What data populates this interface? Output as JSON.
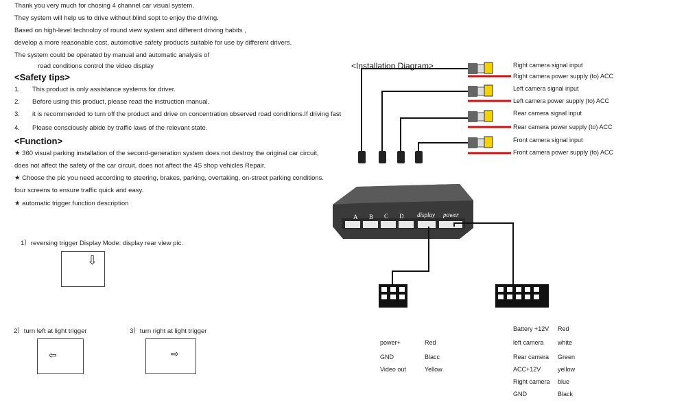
{
  "intro": [
    "Thank you very much for chosing 4 channel  car visual system.",
    "They system will help us to drive without blind sopt to enjoy the driving.",
    "Based on high-level technoloy of round view system and different driving habits ,",
    "develop a more reasonable cost, automotive safety products suitable for use by different drivers.",
    "The system could be operated by  manual and automatic analysis of",
    "road conditions control the video display"
  ],
  "safety": {
    "title": "<Safety tips>",
    "items": [
      {
        "num": "1.",
        "text": "This product is only  assistance systems for driver."
      },
      {
        "num": "2.",
        "text": "Before using this product, please read the instruction manual."
      },
      {
        "num": "3.",
        "text": "it is recommended to turn off the product and drive on concentration observed road conditions.If driving fast"
      },
      {
        "num": "4.",
        "text": "Please consciously abide by traffic laws of the relevant state."
      }
    ]
  },
  "function": {
    "title": "<Function>",
    "lines": [
      "★  360 visual parking installation of the second-generation system does not destroy the original car circuit,",
      "does not affect the safety of the car circuit, does not affect the 4S shop vehicles Repair.",
      "★   Choose the pic you need according to  steering, brakes, parking, overtaking, on-street parking conditions.",
      "four screens to ensure traffic quick and easy.",
      "★ automatic trigger function description"
    ]
  },
  "modes": {
    "m1": "1）reversing trigger Display Mode: display rear view pic.",
    "m2": "2）turn left at light trigger",
    "m3": "3）turn right at light trigger",
    "m1_glyph": "⇩",
    "m2_glyph": "⇦",
    "m3_glyph": "⇨"
  },
  "diagram": {
    "title": "<Installation Diagram>",
    "signals": [
      "Right camera signal input",
      "Right camera power supply (to) ACC",
      "Left camera signal input",
      "Left camera power supply (to) ACC",
      "Rear camera signal input",
      "Rear camera power supply (to) ACC",
      "Front camera signal input",
      "Front camera power supply (to) ACC"
    ],
    "box_ports": [
      "A",
      "B",
      "C",
      "D",
      "display",
      "power"
    ]
  },
  "wiring_left": [
    {
      "name": "power+",
      "color": "Red"
    },
    {
      "name": "GND",
      "color": "Blacc"
    },
    {
      "name": "Video out",
      "color": "Yellow"
    }
  ],
  "wiring_right": [
    {
      "name": "Battery +12V",
      "color": "Red"
    },
    {
      "name": "left camera",
      "color": "white"
    },
    {
      "name": "Rear camera",
      "color": "Green"
    },
    {
      "name": "ACC+12V",
      "color": "yellow"
    },
    {
      "name": "Right camera",
      "color": "blue"
    },
    {
      "name": "GND",
      "color": "Black"
    }
  ],
  "colors": {
    "wire_red": "#cc1111",
    "wire_black": "#111111",
    "plug_yellow": "#f2d200",
    "box_dark": "#3a3a3a"
  }
}
